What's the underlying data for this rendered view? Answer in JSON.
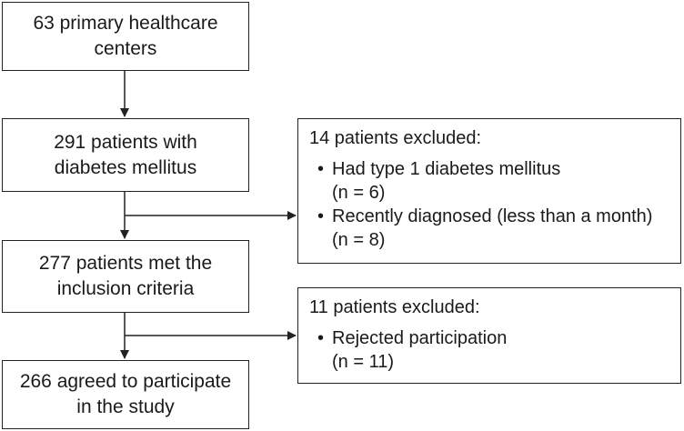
{
  "boxes": {
    "centers": {
      "line1": "63 primary healthcare",
      "line2": "centers"
    },
    "patients": {
      "line1": "291 patients with",
      "line2": "diabetes mellitus"
    },
    "met": {
      "line1": "277 patients met the",
      "line2": "inclusion criteria"
    },
    "agreed": {
      "line1": "266 agreed to participate",
      "line2": "in the study"
    }
  },
  "exclusion1": {
    "title": "14 patients excluded:",
    "items": [
      {
        "bullet": "•",
        "line1": "Had type 1 diabetes mellitus",
        "line2": "(n = 6)"
      },
      {
        "bullet": "•",
        "line1": "Recently diagnosed (less than a month)",
        "line2": "(n = 8)"
      }
    ]
  },
  "exclusion2": {
    "title": "11 patients excluded:",
    "items": [
      {
        "bullet": "•",
        "line1": "Rejected participation",
        "line2": "(n = 11)"
      }
    ]
  }
}
